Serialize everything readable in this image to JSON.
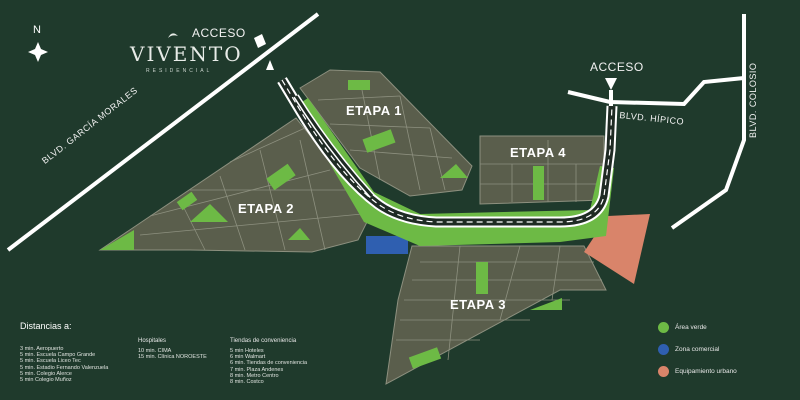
{
  "brand": {
    "name": "VIVENTO",
    "subtitle": "RESIDENCIAL"
  },
  "north_label": "N",
  "roads": {
    "garcia_morales": "BLVD. GARCÍA MORALES",
    "hipico": "BLVD. HÍPICO",
    "colosio": "BLVD. COLOSIO"
  },
  "accesses": [
    "ACCESO",
    "ACCESO"
  ],
  "stages": [
    "ETAPA 1",
    "ETAPA 2",
    "ETAPA 3",
    "ETAPA 4"
  ],
  "distances": {
    "title": "Distancias a:",
    "general": [
      "3 min. Aeropuerto",
      "5 min. Escuela Campo Grande",
      "5 min. Escuela Liceo Tec",
      "5 min. Estadio Fernando Valenzuela",
      "5 min. Colegio Alerce",
      "5 min Colegio Muñoz"
    ],
    "hospitals_title": "Hospitales",
    "hospitals": [
      "10 min. CIMA",
      "15 min. Clínica NOROESTE"
    ],
    "stores_title": "Tiendas de conveniencia",
    "stores": [
      "5 min Hoteles",
      "6 min Walmart",
      "6 min. Tiendas de conveniencia",
      "7 min. Plaza Andenes",
      "8 min. Metro Centro",
      "8 min. Costco"
    ]
  },
  "legend": [
    {
      "label": "Área verde",
      "color": "#6dba45"
    },
    {
      "label": "Zona comercial",
      "color": "#2f5fb0"
    },
    {
      "label": "Equipamiento urbano",
      "color": "#d9846a"
    }
  ],
  "colors": {
    "background": "#1f3a2c",
    "lots": "#5a5e4c",
    "lot_lines": "#8d907f",
    "green": "#6dba45",
    "commercial": "#2f5fb0",
    "urban": "#d9846a",
    "road": "#ffffff"
  }
}
